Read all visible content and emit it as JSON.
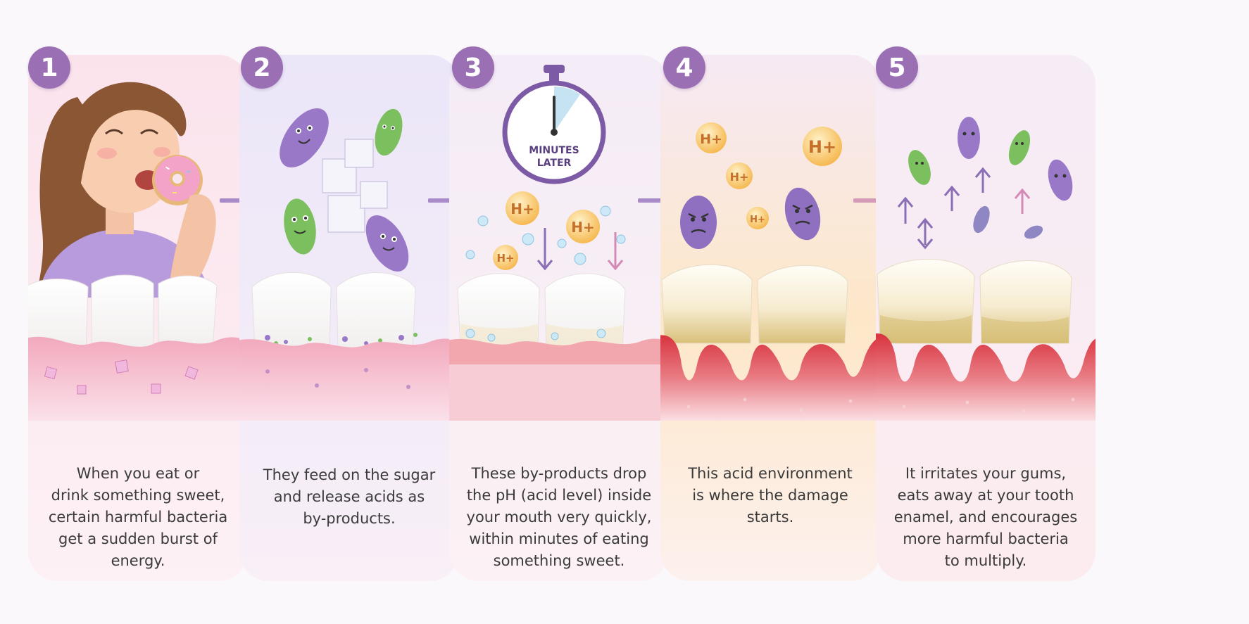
{
  "steps": [
    {
      "number": "1",
      "caption": "When you eat or\ndrink something sweet,\ncertain harmful bacteria\nget a sudden burst of\nenergy."
    },
    {
      "number": "2",
      "caption": "They feed on the sugar\nand release acids as\nby-products."
    },
    {
      "number": "3",
      "caption": "These by-products drop\nthe pH (acid level) inside\nyour mouth very quickly,\nwithin minutes of eating\nsomething sweet."
    },
    {
      "number": "4",
      "caption": "This acid environment\nis where the damage\nstarts."
    },
    {
      "number": "5",
      "caption": "It irritates your gums,\neats away at your tooth\nenamel, and encourages\nmore harmful bacteria\nto multiply."
    }
  ],
  "timer": {
    "line1": "MINUTES",
    "line2": "LATER"
  },
  "acid_label": "H+",
  "colors": {
    "badge": "#9a6fb3",
    "bacteria_purple": "#9a78c8",
    "bacteria_green": "#7bbf5e",
    "gum_pink": "#f3b8c8",
    "gum_red": "#d9404a",
    "acid_orange": "#f4b04a"
  }
}
